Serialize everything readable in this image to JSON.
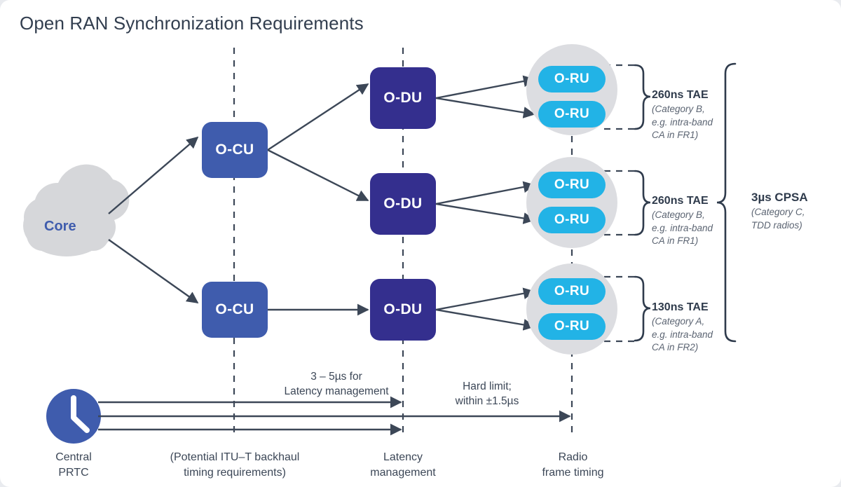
{
  "page": {
    "title": "Open RAN Synchronization Requirements",
    "background": "#ffffff"
  },
  "colors": {
    "ocu": "#3f5cad",
    "odu": "#342f8e",
    "oru": "#22b3e6",
    "halo": "#dcdde1",
    "cloud": "#d6d7da",
    "line": "#3c4757",
    "title_text": "#323e4f",
    "annotation_heading": "#2f3b4c",
    "annotation_sub": "#5b6472"
  },
  "core": {
    "label": "Core"
  },
  "nodes": {
    "ocu": [
      {
        "label": "O-CU"
      },
      {
        "label": "O-CU"
      }
    ],
    "odu": [
      {
        "label": "O-DU"
      },
      {
        "label": "O-DU"
      },
      {
        "label": "O-DU"
      }
    ],
    "oru": [
      {
        "label": "O-RU"
      },
      {
        "label": "O-RU"
      },
      {
        "label": "O-RU"
      },
      {
        "label": "O-RU"
      },
      {
        "label": "O-RU"
      },
      {
        "label": "O-RU"
      }
    ]
  },
  "annotations": [
    {
      "heading": "260ns TAE",
      "line1": "(Category B,",
      "line2": "e.g. intra-band",
      "line3": "CA in FR1)"
    },
    {
      "heading": "260ns TAE",
      "line1": "(Category B,",
      "line2": "e.g. intra-band",
      "line3": "CA in FR1)"
    },
    {
      "heading": "130ns TAE",
      "line1": "(Category A,",
      "line2": "e.g. intra-band",
      "line3": "CA in FR2)"
    }
  ],
  "cpsa": {
    "heading": "3µs CPSA",
    "line1": "(Category C,",
    "line2": "TDD radios)"
  },
  "timeline": {
    "clock_icon": "clock-icon",
    "captions": [
      {
        "line1": "3 – 5µs for",
        "line2": "Latency management"
      },
      {
        "line1": "Hard limit;",
        "line2": "within ±1.5µs"
      }
    ],
    "ticks": [
      {
        "line1": "Central",
        "line2": "PRTC"
      },
      {
        "line1": "(Potential ITU–T backhaul",
        "line2": "timing requirements)"
      },
      {
        "line1": "Latency",
        "line2": "management"
      },
      {
        "line1": "Radio",
        "line2": "frame timing"
      }
    ]
  }
}
